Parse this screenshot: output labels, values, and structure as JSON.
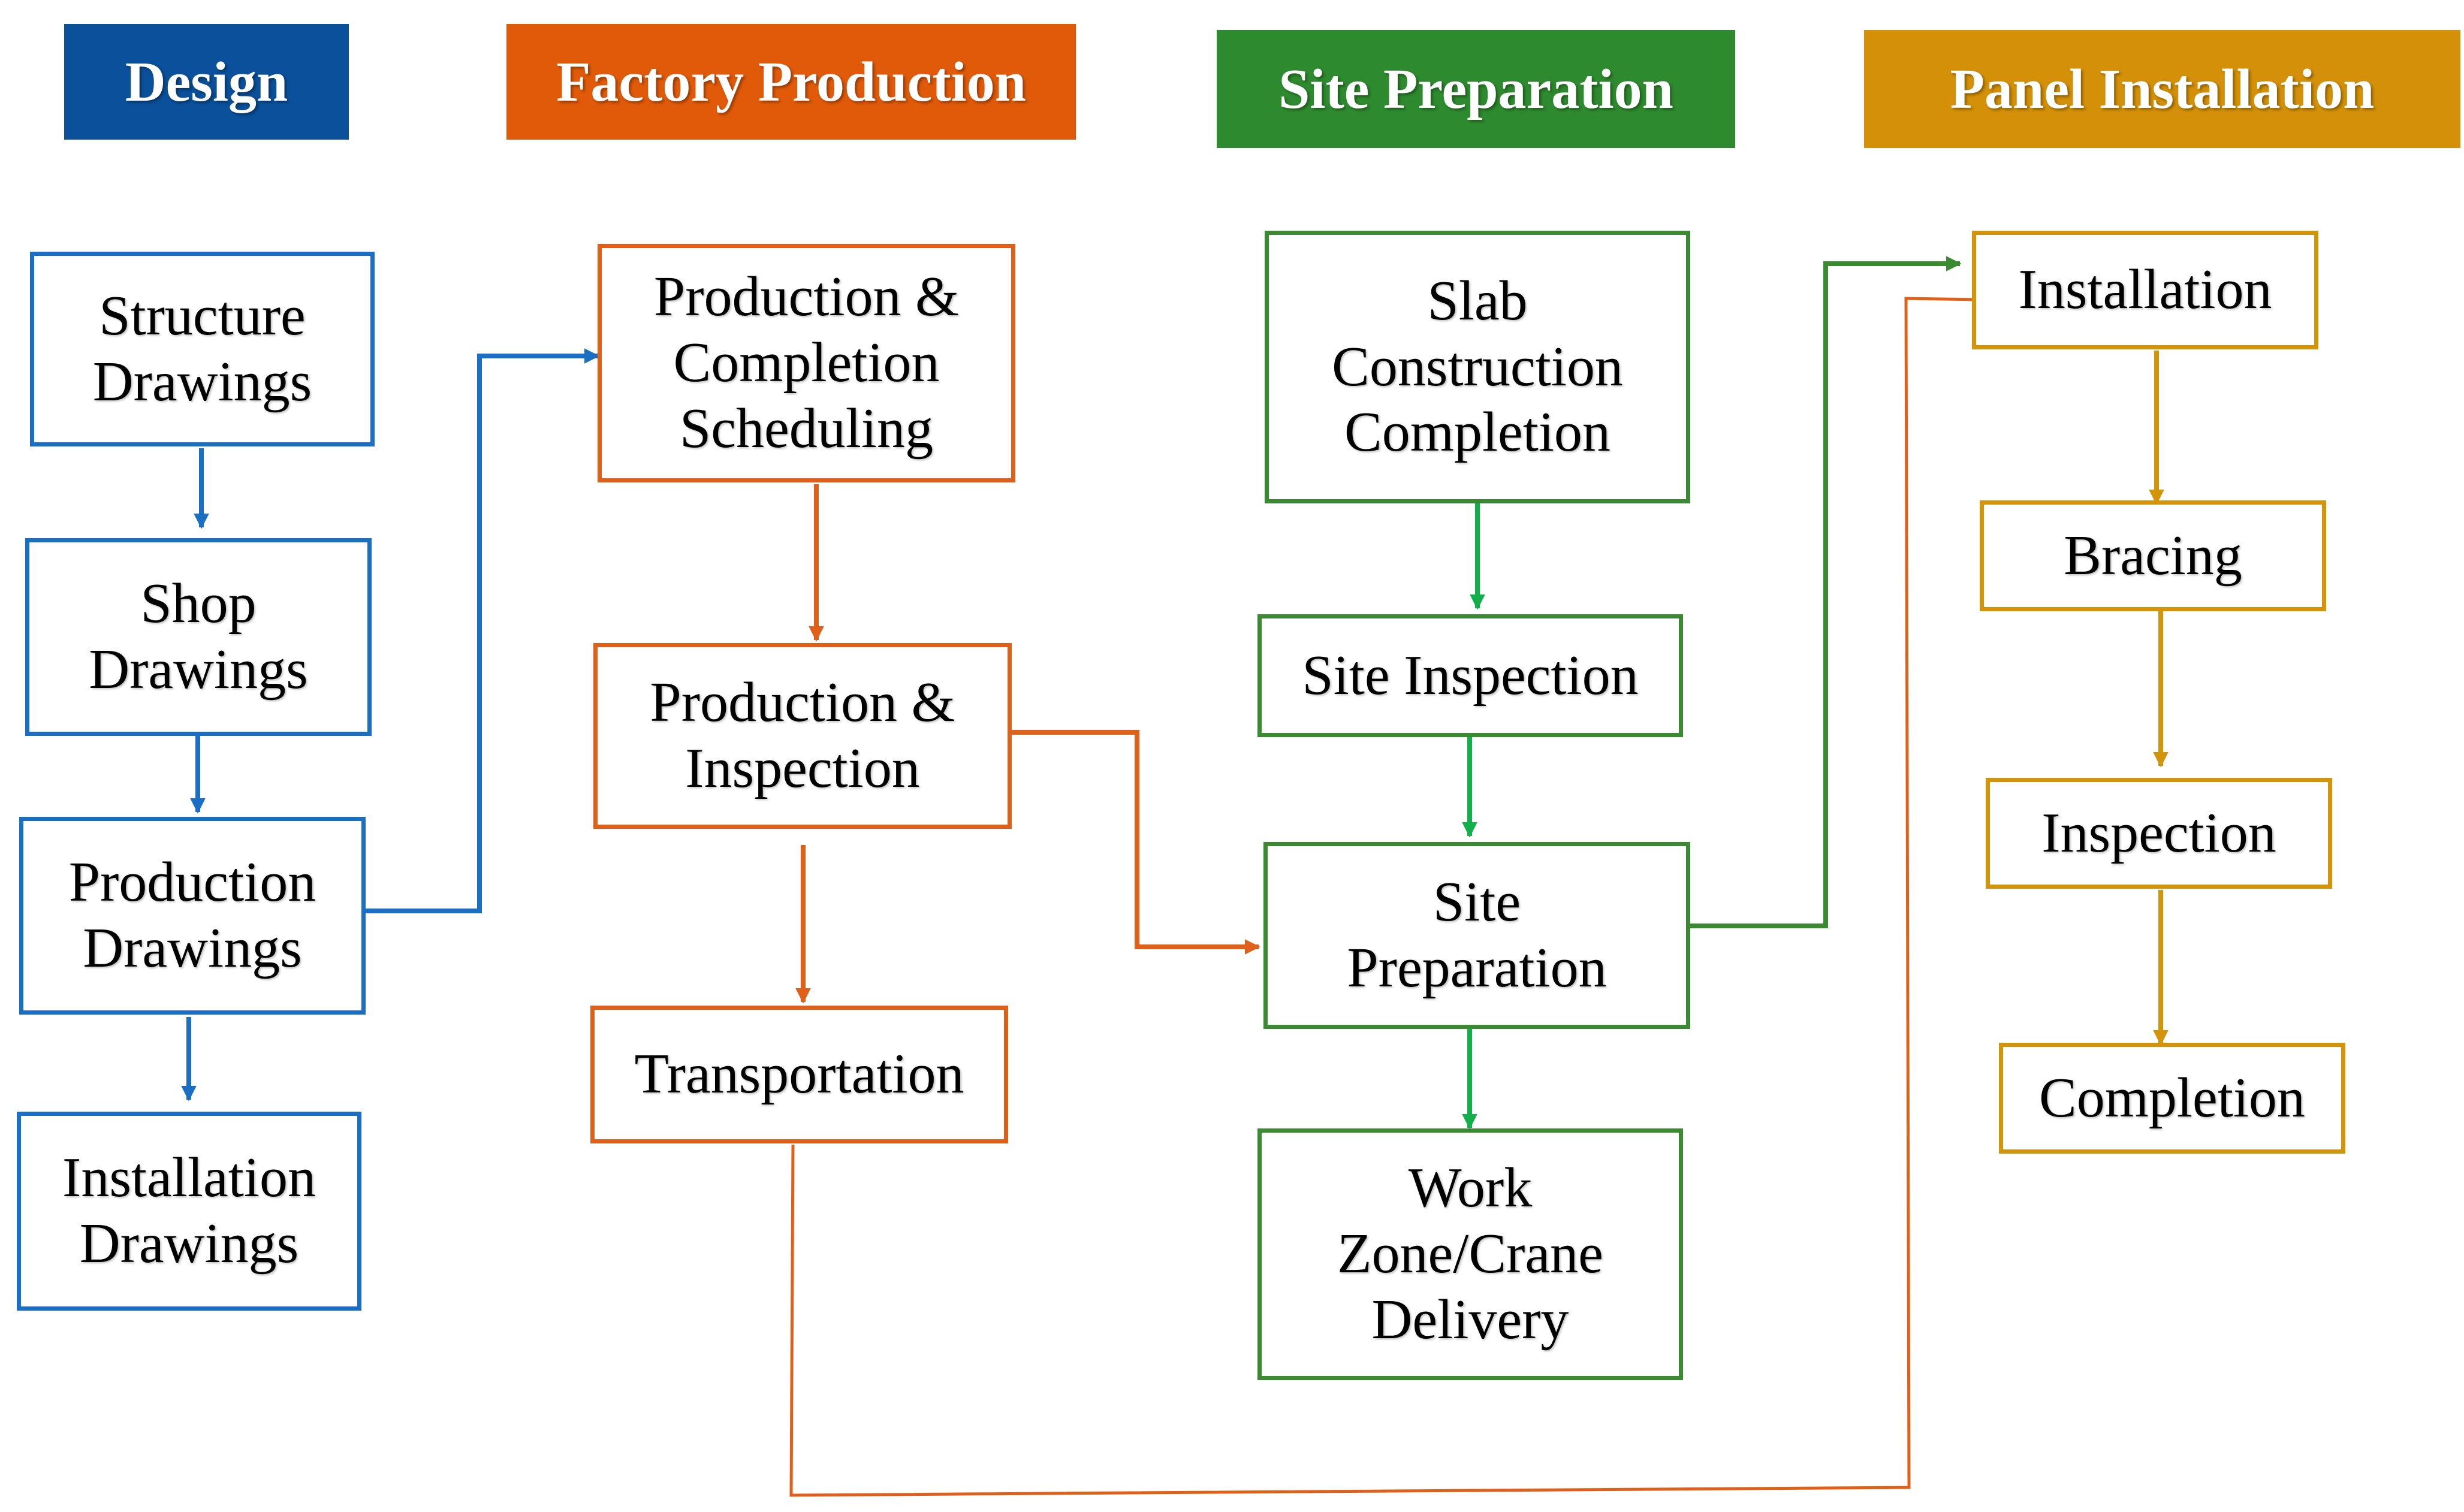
{
  "colors": {
    "design": "#0a509a",
    "factory": "#e05a0a",
    "site": "#2e8a2e",
    "panel": "#d39008",
    "design_line": "#1a6fc4",
    "factory_line": "#e0601a",
    "site_line_dark": "#3a8a32",
    "site_line_bright": "#12b04a",
    "panel_line": "#d4940a"
  },
  "headers": {
    "design": "Design",
    "factory": "Factory Production",
    "site": "Site Preparation",
    "panel": "Panel Installation"
  },
  "design_steps": {
    "structure": "Structure\nDrawings",
    "shop": "Shop\nDrawings",
    "production": "Production\nDrawings",
    "installation": "Installation\nDrawings"
  },
  "factory_steps": {
    "scheduling": "Production &\nCompletion\nScheduling",
    "inspection": "Production &\nInspection",
    "transportation": "Transportation"
  },
  "site_steps": {
    "slab": "Slab\nConstruction\nCompletion",
    "inspection": "Site Inspection",
    "preparation": "Site\nPreparation",
    "work_zone": "Work\nZone/Crane\nDelivery"
  },
  "panel_steps": {
    "installation": "Installation",
    "bracing": "Bracing",
    "inspection": "Inspection",
    "completion": "Completion"
  }
}
